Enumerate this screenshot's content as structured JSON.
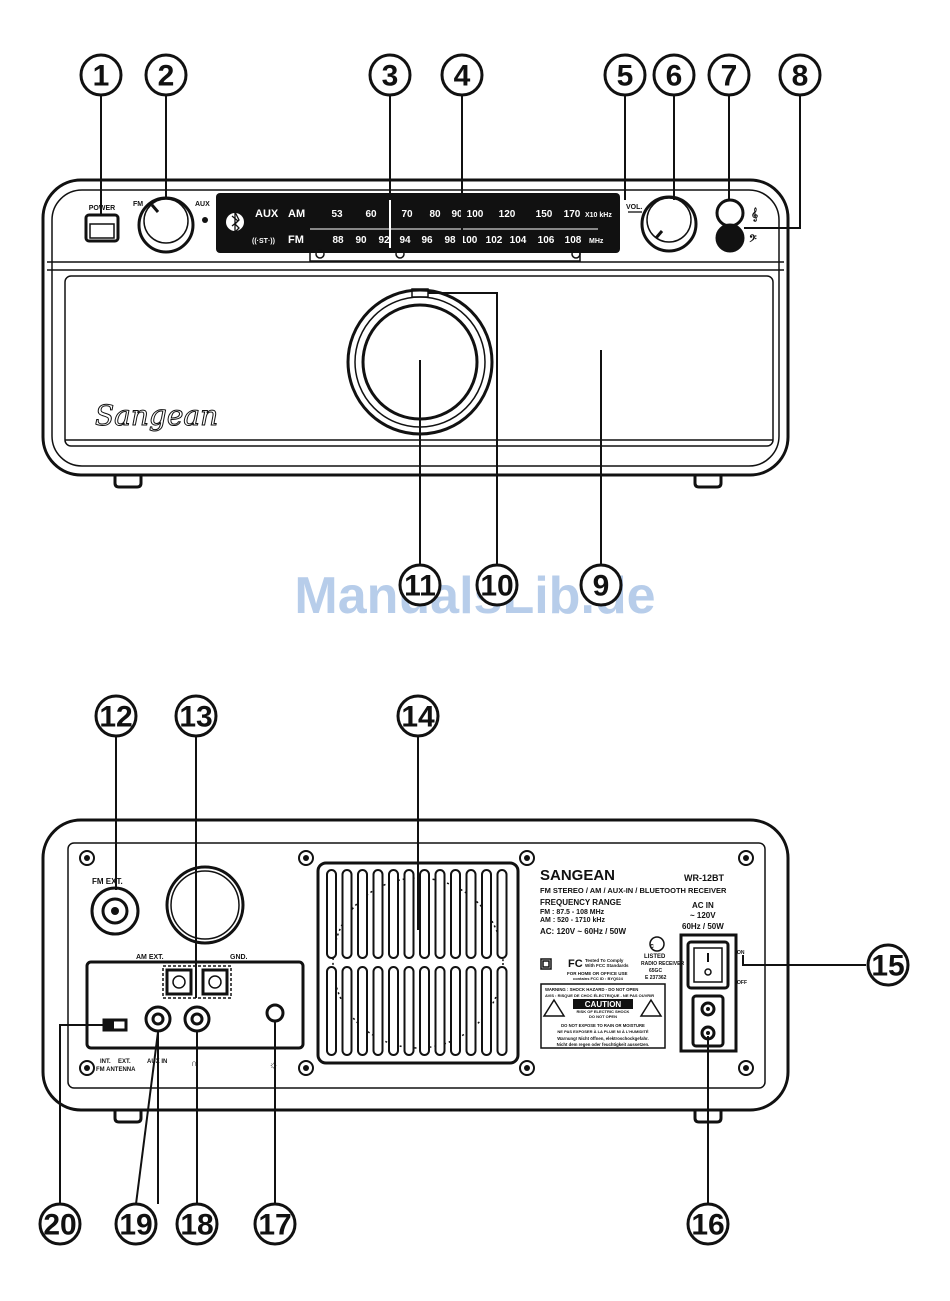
{
  "watermark": "ManualsLib.de",
  "front_panel": {
    "power_label": "POWER",
    "fm_label": "FM",
    "aux_label": "AUX",
    "vol_label": "VOL.",
    "brand_script": "Sangean",
    "dial": {
      "aux": "AUX",
      "am": "AM",
      "fm": "FM",
      "st": "((·ST·))",
      "am_scale": [
        "53",
        "60",
        "70",
        "80",
        "90",
        "100",
        "120",
        "150",
        "170"
      ],
      "am_unit": "X10 kHz",
      "fm_scale": [
        "88",
        "90",
        "92",
        "94",
        "96",
        "98",
        "100",
        "102",
        "104",
        "106",
        "108"
      ],
      "fm_unit": "MHz"
    }
  },
  "back_panel": {
    "fm_ext": "FM EXT.",
    "am_ext": "AM EXT.",
    "gnd": "GND.",
    "int": "INT.",
    "ext": "EXT.",
    "fm_antenna": "FM ANTENNA",
    "aux_in": "AUX IN",
    "brand": "SANGEAN",
    "model": "WR-12BT",
    "desc": "FM STEREO / AM / AUX-IN / BLUETOOTH RECEIVER",
    "freq_title": "FREQUENCY RANGE",
    "freq_fm": "FM : 87.5 - 108 MHz",
    "freq_am": "AM : 520 - 1710 kHz",
    "ac_spec": "AC: 120V ~ 60Hz / 50W",
    "ac_in": "AC IN",
    "ac_volt": "~ 120V",
    "ac_hz": "60Hz / 50W",
    "on": "ON",
    "off": "OFF",
    "fcc_1": "Tested To Comply",
    "fcc_2": "With FCC Standards",
    "fcc_3": "FOR HOME OR OFFICE USE",
    "fcc_4": "contains FCC ID : BYQ024",
    "listed": "LISTED",
    "listed_2": "RADIO RECEIVER",
    "listed_3": "65GC",
    "listed_4": "E 237362",
    "warn_1": "WARNING : SHOCK HAZARD - DO NOT OPEN",
    "warn_2": "AVIS : RISQUE DE CHOC ÉLECTRIQUE - NE PAS OUVRIR",
    "caution": "CAUTION",
    "caution_2": "RISK OF ELECTRIC SHOCK",
    "caution_3": "DO NOT OPEN",
    "warn_3": "DO NOT EXPOSE TO RAIN OR MOISTURE",
    "warn_4": "NE PAS EXPOSER À LA PLUIE NI À L'HUMIDITÉ",
    "warn_5": "Warnung! Nicht öffnen, elektroschockgefahr.",
    "warn_6": "Nicht dem regen oder feuchtigkeit aussetzen."
  },
  "callouts": [
    "1",
    "2",
    "3",
    "4",
    "5",
    "6",
    "7",
    "8",
    "9",
    "10",
    "11",
    "12",
    "13",
    "14",
    "15",
    "16",
    "17",
    "18",
    "19",
    "20"
  ]
}
